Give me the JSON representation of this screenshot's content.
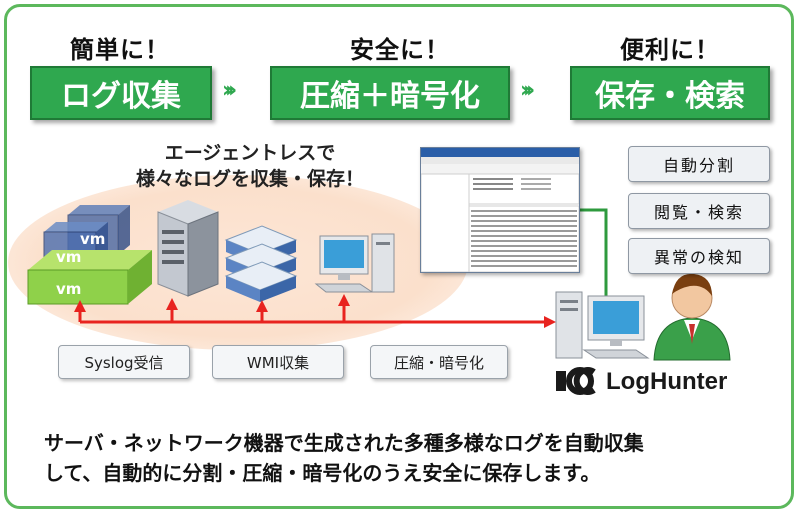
{
  "stages": [
    {
      "title": "簡単に！",
      "label": "ログ収集"
    },
    {
      "title": "安全に！",
      "label": "圧縮＋暗号化"
    },
    {
      "title": "便利に！",
      "label": "保存・検索"
    }
  ],
  "arrow_glyph": "›››",
  "agentless": {
    "line1": "エージェントレスで",
    "line2": "様々なログを収集・保存！"
  },
  "vm_labels": [
    "vm",
    "vm",
    "vm"
  ],
  "collect_methods": [
    "Syslog受信",
    "WMI収集",
    "圧縮・暗号化"
  ],
  "features": [
    "自動分割",
    "閲覧・検索",
    "異常の検知"
  ],
  "logo": {
    "text": "LogHunter"
  },
  "summary": {
    "line1": "サーバ・ネットワーク機器で生成された多種多様なログを自動収集",
    "line2": "して、自動的に分割・圧縮・暗号化のうえ安全に保存します。"
  },
  "colors": {
    "green": "#2fa84f",
    "red": "#e8231f",
    "connector_green": "#2e9a3e"
  }
}
